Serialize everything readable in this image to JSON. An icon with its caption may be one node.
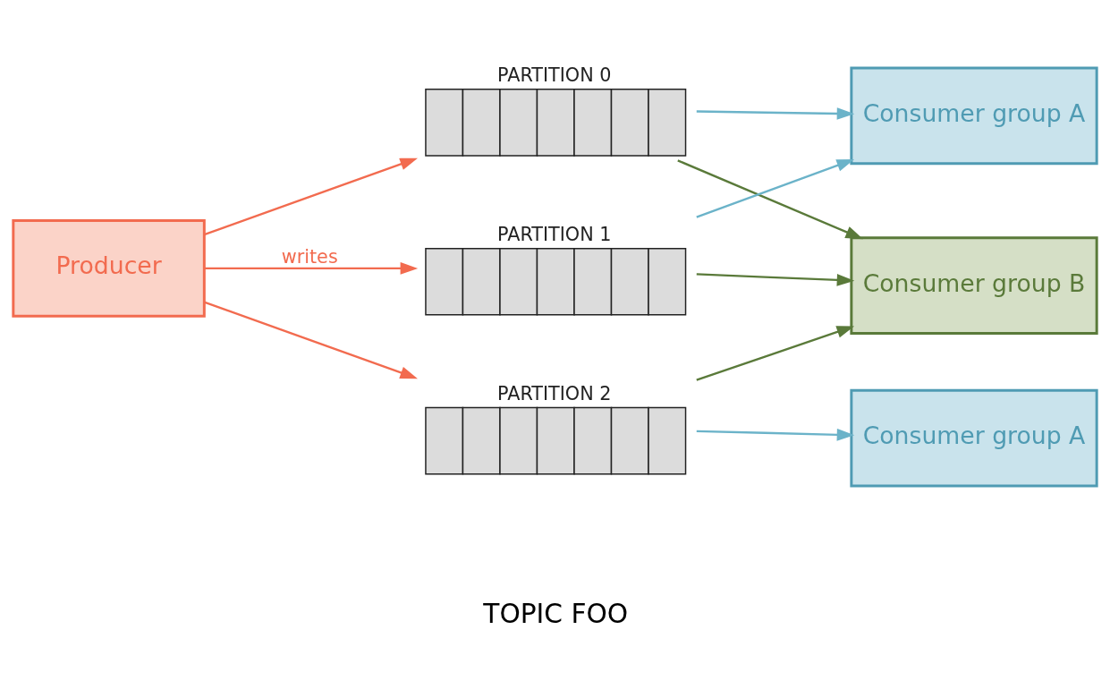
{
  "diagram": {
    "nodes": [
      {
        "text": [
          "Producer"
        ]
      },
      {
        "text": [
          "PARTITION 0"
        ]
      },
      {
        "text": [
          "PARTITION 1"
        ]
      },
      {
        "text": [
          "PARTITION 2"
        ]
      },
      {
        "text": [
          "Consumer group A"
        ]
      },
      {
        "text": [
          "Consumer group A"
        ]
      },
      {
        "text": [
          "Consumer group B"
        ]
      }
    ],
    "edges": [
      {
        "from": 0,
        "to": 1,
        "arrow": "to",
        "color": "#f26b4f"
      },
      {
        "from": 0,
        "to": 2,
        "arrow": "to",
        "label": "writes",
        "color": "#f26b4f"
      },
      {
        "from": 0,
        "to": 3,
        "arrow": "to",
        "color": "#f26b4f"
      },
      {
        "from": 1,
        "to": 4,
        "arrow": "to",
        "color": "#6bb3c9"
      },
      {
        "from": 1,
        "to": 6,
        "arrow": "to",
        "color": "#5a7a3a"
      },
      {
        "from": 2,
        "to": 4,
        "arrow": "to",
        "color": "#6bb3c9"
      },
      {
        "from": 2,
        "to": 6,
        "arrow": "to",
        "color": "#5a7a3a"
      },
      {
        "from": 3,
        "to": 5,
        "arrow": "to",
        "color": "#6bb3c9"
      },
      {
        "from": 3,
        "to": 6,
        "arrow": "to",
        "color": "#5a7a3a"
      }
    ],
    "labels": [
      "TOPIC FOO"
    ]
  }
}
